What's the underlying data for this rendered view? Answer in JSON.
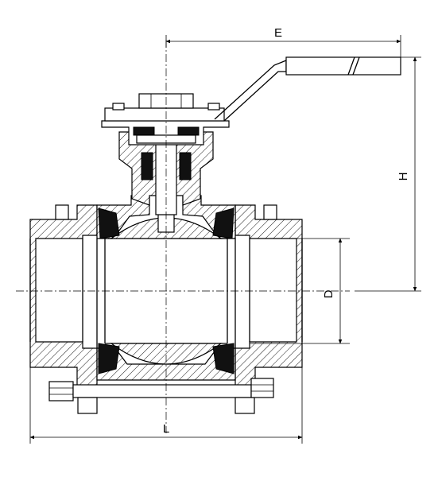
{
  "diagram": {
    "dimensions": {
      "E": "E",
      "H": "H",
      "D": "D",
      "L": "L"
    }
  }
}
